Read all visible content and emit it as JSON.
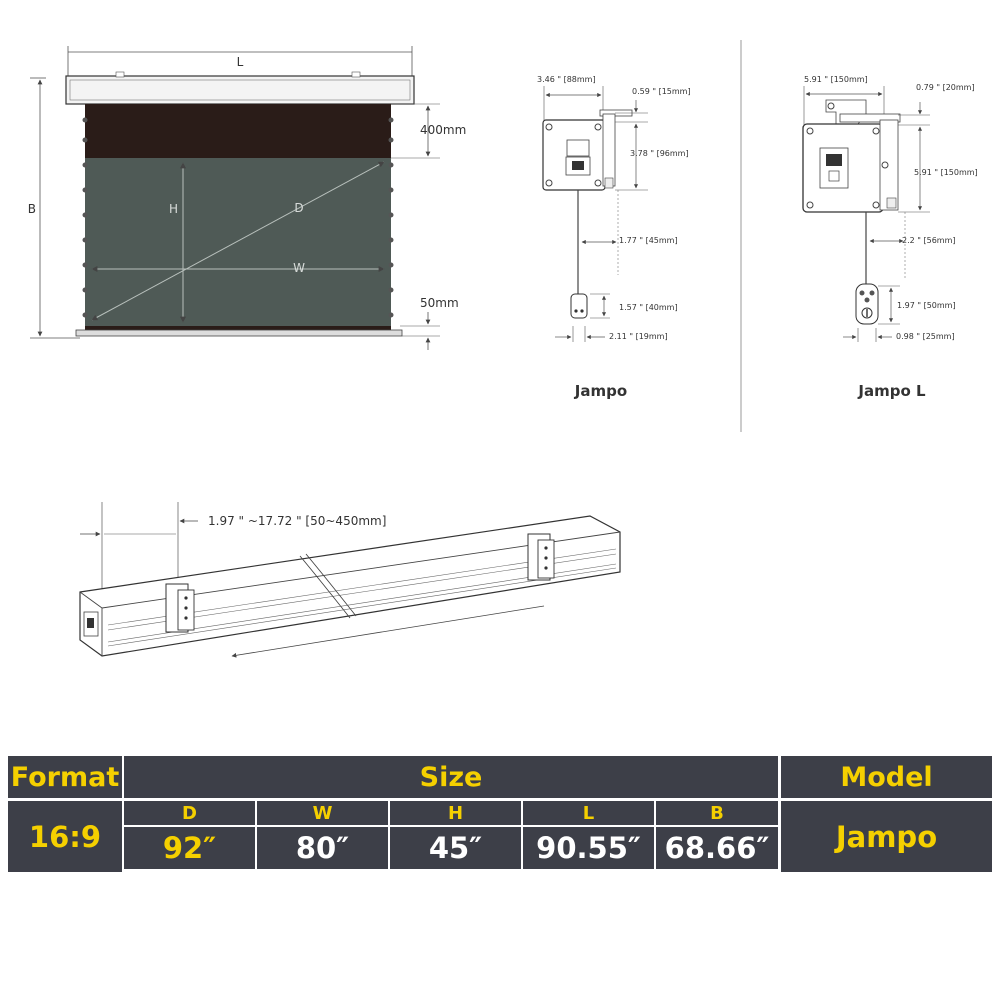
{
  "diagram": {
    "main_screen": {
      "label_L": "L",
      "label_B": "B",
      "label_H": "H",
      "label_D": "D",
      "label_W": "W",
      "drop_label": "400mm",
      "bottom_label": "50mm"
    },
    "jampo": {
      "caption": "Jampo",
      "dim_width": "3.46 \" [88mm]",
      "dim_top": "0.59 \" [15mm]",
      "dim_height": "3.78 \" [96mm]",
      "dim_cord": "1.77 \" [45mm]",
      "dim_switch_h": "1.57 \" [40mm]",
      "dim_switch_w": "2.11 \" [19mm]"
    },
    "jampo_l": {
      "caption": "Jampo L",
      "dim_width": "5.91 \" [150mm]",
      "dim_top": "0.79 \" [20mm]",
      "dim_height": "5.91 \" [150mm]",
      "dim_cord": "2.2 \" [56mm]",
      "dim_switch_h": "1.97 \" [50mm]",
      "dim_switch_w": "0.98 \" [25mm]"
    },
    "housing": {
      "bracket_range": "1.97 \" ~17.72 \" [50~450mm]"
    }
  },
  "spec_table": {
    "headers": {
      "format": "Format",
      "size": "Size",
      "model": "Model"
    },
    "size_columns": [
      "D",
      "W",
      "H",
      "L",
      "B"
    ],
    "row": {
      "format": "16:9",
      "values": [
        "92″",
        "80″",
        "45″",
        "90.55″",
        "68.66″"
      ],
      "model": "Jampo"
    },
    "colors": {
      "background": "#3d3f48",
      "accent": "#f5d000",
      "text": "#ffffff"
    }
  }
}
